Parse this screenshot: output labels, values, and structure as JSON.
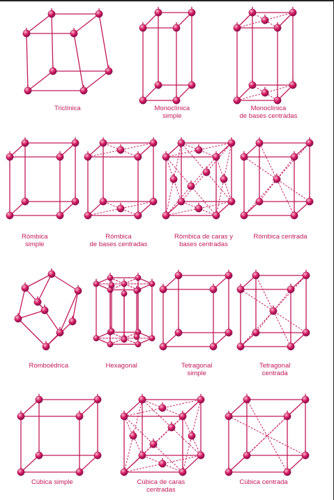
{
  "colors": {
    "lattice": "#c2185b",
    "atom_light": "#f8bbd0",
    "atom_dark": "#ad1457",
    "caption": "#c2185b"
  },
  "figure": {
    "cells": [
      {
        "id": "triclinica",
        "type": "triclinic",
        "caption": [
          "Triclínica"
        ]
      },
      {
        "id": "monoclinica-simple",
        "type": "monoclinic-simple",
        "caption": [
          "Monoclínica",
          "simple"
        ]
      },
      {
        "id": "monoclinica-bases",
        "type": "monoclinic-base",
        "caption": [
          "Monoclínica",
          "de bases centradas"
        ]
      },
      {
        "id": "rombica-simple",
        "type": "ortho-simple",
        "caption": [
          "Rómbica",
          "simple"
        ]
      },
      {
        "id": "rombica-bases",
        "type": "ortho-base",
        "caption": [
          "Rómbica",
          "de bases centradas"
        ]
      },
      {
        "id": "rombica-caras",
        "type": "ortho-face",
        "caption": [
          "Rómbica de caras y",
          "bases centradas"
        ]
      },
      {
        "id": "rombica-centrada",
        "type": "ortho-body",
        "caption": [
          "Rómbica  centrada"
        ]
      },
      {
        "id": "romboedrica",
        "type": "rhombohedral",
        "caption": [
          "Romboédrica"
        ]
      },
      {
        "id": "hexagonal",
        "type": "hexagonal",
        "caption": [
          "Hexagonal"
        ]
      },
      {
        "id": "tetragonal-simple",
        "type": "tetra-simple",
        "caption": [
          "Tetragonal",
          "simple"
        ]
      },
      {
        "id": "tetragonal-centrada",
        "type": "tetra-body",
        "caption": [
          "Tetragonal",
          "centrada"
        ]
      },
      {
        "id": "cubica-simple",
        "type": "cubic-simple",
        "caption": [
          "Cúbica simple"
        ]
      },
      {
        "id": "cubica-caras",
        "type": "cubic-face",
        "caption": [
          "Cúbica de caras",
          "centradas"
        ]
      },
      {
        "id": "cubica-centrada",
        "type": "cubic-body",
        "caption": [
          "Cúbica centrada"
        ]
      }
    ]
  }
}
